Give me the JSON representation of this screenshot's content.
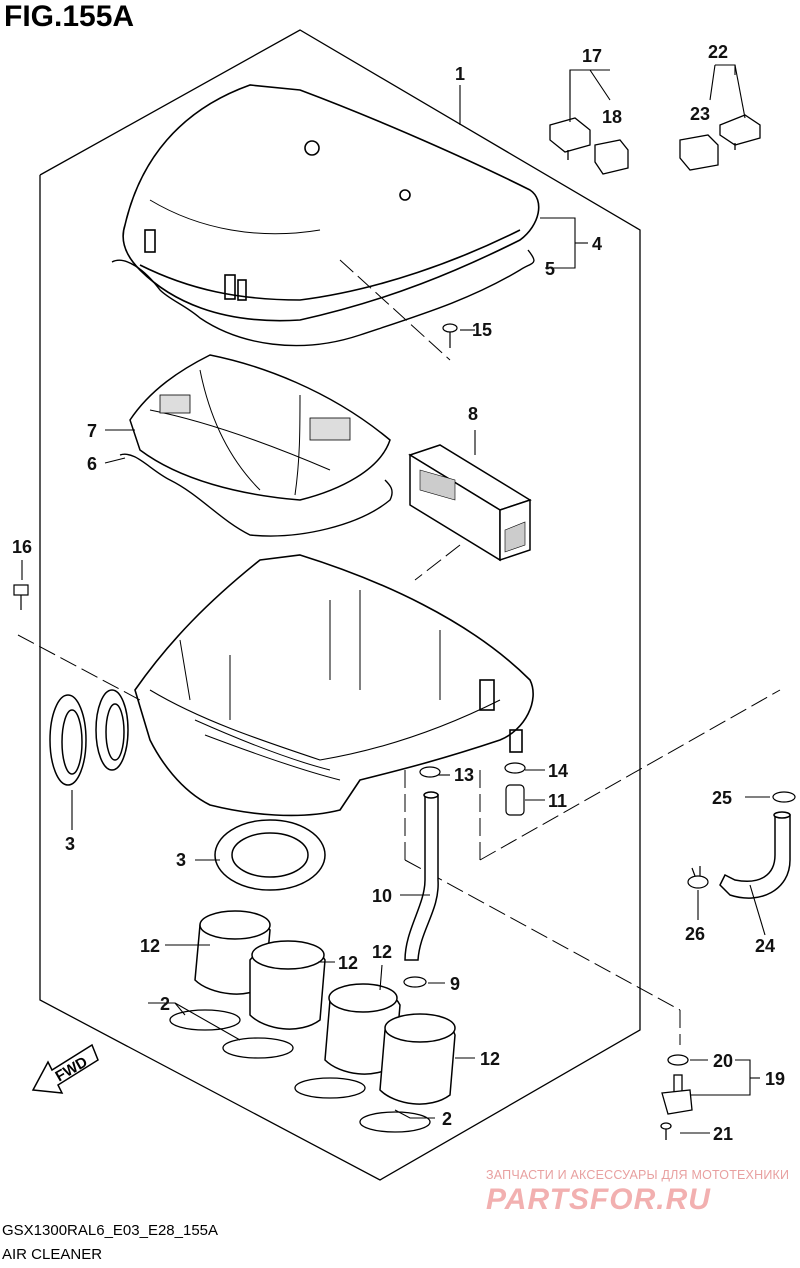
{
  "figure_title": "FIG.155A",
  "model_code": "GSX1300RAL6_E03_E28_155A",
  "caption": "AIR CLEANER",
  "fwd_label": "FWD",
  "watermark": {
    "text": "ЗАПЧАСТИ И АКСЕССУАРЫ ДЛЯ МОТОТЕХНИКИ",
    "logo": "PARTSFOR.RU"
  },
  "callouts": {
    "c1": "1",
    "c2a": "2",
    "c2b": "2",
    "c3a": "3",
    "c3b": "3",
    "c4": "4",
    "c5": "5",
    "c6": "6",
    "c7": "7",
    "c8": "8",
    "c9": "9",
    "c10": "10",
    "c11": "11",
    "c12a": "12",
    "c12b": "12",
    "c12c": "12",
    "c12d": "12",
    "c13": "13",
    "c14": "14",
    "c15": "15",
    "c16": "16",
    "c17": "17",
    "c18": "18",
    "c19": "19",
    "c20": "20",
    "c21": "21",
    "c22": "22",
    "c23": "23",
    "c24": "24",
    "c25": "25",
    "c26": "26"
  }
}
